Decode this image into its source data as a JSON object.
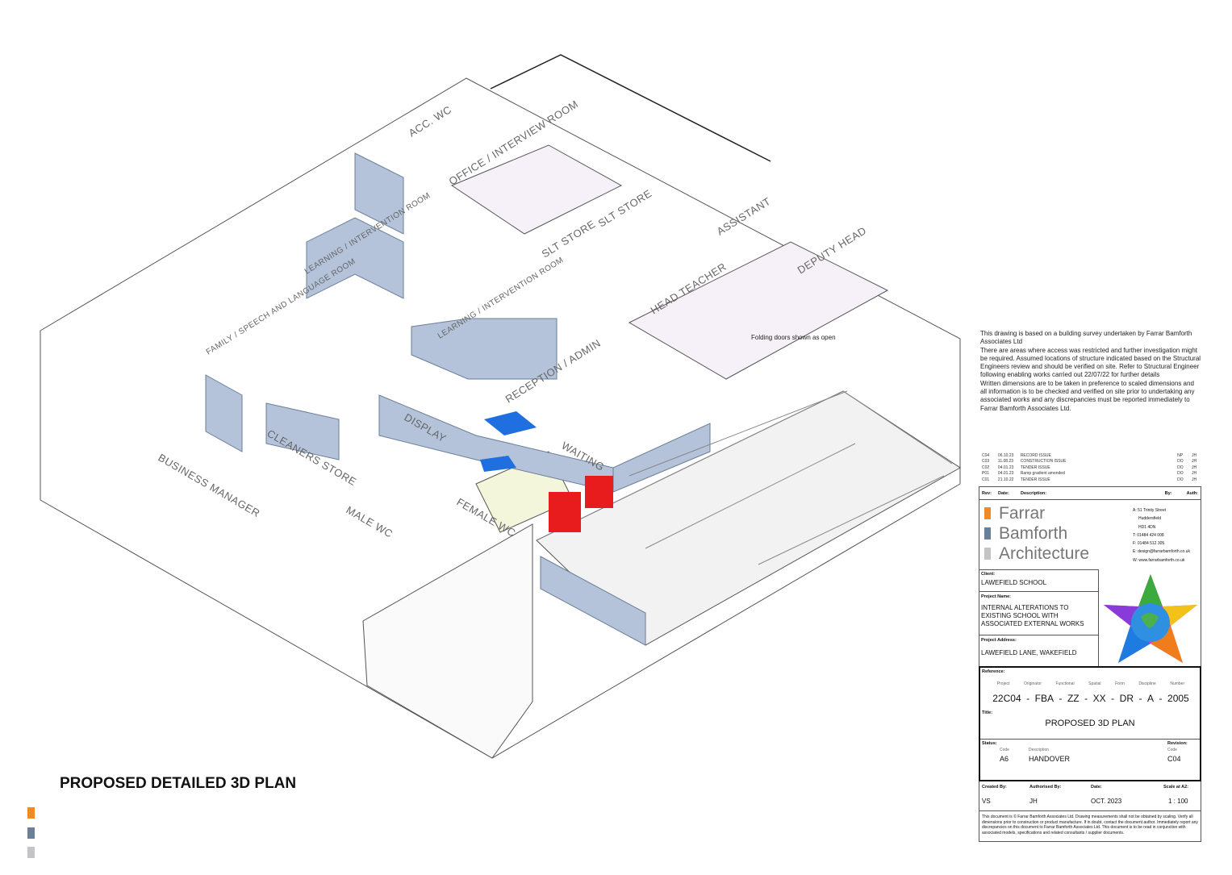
{
  "drawing": {
    "title": "PROPOSED DETAILED 3D PLAN",
    "annotation": "Folding doors shown as open",
    "rooms": [
      "ACC. WC",
      "OFFICE / INTERVIEW ROOM",
      "SLT STORE",
      "SLT STORE",
      "ASSISTANT",
      "DEPUTY HEAD",
      "HEAD TEACHER",
      "LEARNING / INTERVENTION ROOM",
      "LEARNING / INTERVENTION ROOM",
      "FAMILY / SPEECH AND LANGUAGE ROOM",
      "RECEPTION / ADMIN",
      "DISPLAY",
      "WAITING",
      "CLEANERS STORE",
      "BUSINESS MANAGER",
      "MALE WC",
      "FEMALE WC"
    ]
  },
  "colors": {
    "orange": "#f08a24",
    "slate": "#6a7f98",
    "grey": "#c4c4c8",
    "wall": "#b4c3da",
    "red": "#e81c1c",
    "blue": "#1f6fe0"
  },
  "notes": [
    "This drawing is based on a building survey undertaken by Farrar Bamforth Associates Ltd",
    "There are areas where access was restricted and further investigation might be required. Assumed locations of structure indicated based on the Structural Engineers review and should be verified on site. Refer to Structural Engineer following enabling works carried out 22/07/22 for further details",
    "Written dimensions are to be taken in preference to scaled dimensions and all information is to be checked and verified on site prior to undertaking any associated works and any discrepancies must be reported immediately to Farrar Bamforth Associates Ltd."
  ],
  "revisions": [
    {
      "rev": "C04",
      "date": "06.10.23",
      "desc": "RECORD ISSUE",
      "by": "NP",
      "auth": "JH"
    },
    {
      "rev": "C03",
      "date": "11.08.23",
      "desc": "CONSTRUCTION ISSUE",
      "by": "DO",
      "auth": "JH"
    },
    {
      "rev": "C02",
      "date": "04.01.23",
      "desc": "TENDER ISSUE",
      "by": "DO",
      "auth": "JH"
    },
    {
      "rev": "P01",
      "date": "04.01.23",
      "desc": "Ramp gradient amended",
      "by": "DO",
      "auth": "JH"
    },
    {
      "rev": "C01",
      "date": "21.10.22",
      "desc": "TENDER ISSUE",
      "by": "DO",
      "auth": "JH"
    }
  ],
  "rev_headers": {
    "rev": "Rev:",
    "date": "Date:",
    "desc": "Description:",
    "by": "By:",
    "auth": "Auth:"
  },
  "company": {
    "line1": "Farrar",
    "line2": "Bamforth",
    "line3": "Architecture",
    "address": [
      "A: 51 Trinity Street",
      "Huddersfield",
      "HD1 4DN",
      "T: 01484 424 008",
      "F: 01484 512 305",
      "E: design@farrarbamforth.co.uk",
      "W: www.farrarbamforth.co.uk"
    ]
  },
  "client": {
    "label": "Client:",
    "value": "LAWEFIELD SCHOOL"
  },
  "project_name": {
    "label": "Project Name:",
    "value": "INTERNAL ALTERATIONS TO EXISTING SCHOOL WITH ASSOCIATED EXTERNAL WORKS"
  },
  "project_address": {
    "label": "Project Address:",
    "value": "LAWEFIELD LANE, WAKEFIELD"
  },
  "reference": {
    "label": "Reference:",
    "fields": [
      {
        "h": "Project",
        "v": "22C04"
      },
      {
        "h": "Originator",
        "v": "FBA"
      },
      {
        "h": "Functional",
        "v": "ZZ"
      },
      {
        "h": "Spatial",
        "v": "XX"
      },
      {
        "h": "Form",
        "v": "DR"
      },
      {
        "h": "Discipline",
        "v": "A"
      },
      {
        "h": "Number",
        "v": "2005"
      }
    ],
    "sep": "-"
  },
  "title_block": {
    "label": "Title:",
    "value": "PROPOSED 3D PLAN"
  },
  "status": {
    "label": "Status:",
    "code_label": "Code",
    "code": "A6",
    "desc_label": "Description",
    "desc": "HANDOVER",
    "rev_label": "Revision:",
    "rev_code_label": "Code",
    "rev": "C04"
  },
  "footer_row": {
    "created_label": "Created By:",
    "created": "VS",
    "auth_label": "Authorised By:",
    "auth": "JH",
    "date_label": "Date:",
    "date": "OCT. 2023",
    "scale_label": "Scale at A2:",
    "scale": "1 : 100"
  },
  "copyright": "This document is © Farrar Bamforth Associates Ltd. Drawing measurements shall not be obtained by scaling. Verify all dimensions prior to construction or product manufacture. If in doubt, contact the document author. Immediately report any discrepancies on this document to Farrar Bamforth Associates Ltd. This document is to be read in conjunction with associated models, specifications and related consultants / supplier documents."
}
